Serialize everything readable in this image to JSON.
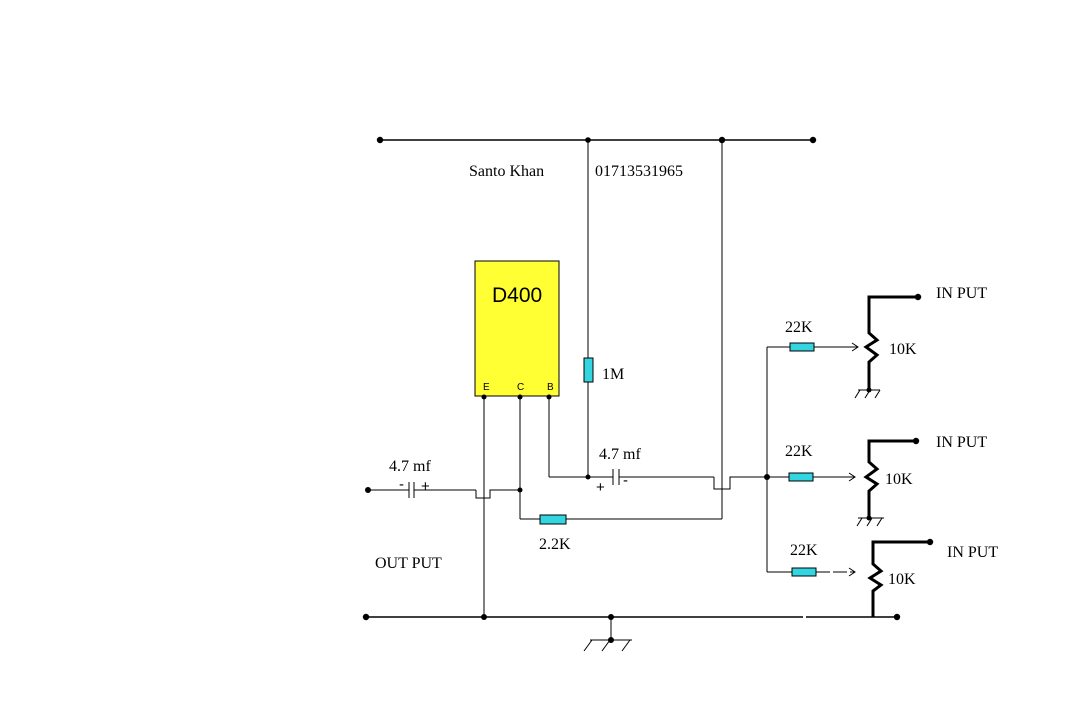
{
  "author": {
    "name": "Santo Khan",
    "phone": "01713531965"
  },
  "transistor": {
    "label": "D400",
    "pins": {
      "e": "E",
      "c": "C",
      "b": "B"
    },
    "body_color": "#ffff33"
  },
  "components": {
    "bias_resistor": "1M",
    "input_cap": "4.7 mf",
    "output_cap": "4.7 mf",
    "feedback_resistor": "2.2K",
    "mix_resistor_1": "22K",
    "mix_resistor_2": "22K",
    "mix_resistor_3": "22K",
    "pot_1": "10K",
    "pot_2": "10K",
    "pot_3": "10K"
  },
  "labels": {
    "output": "OUT PUT",
    "input_1": "IN PUT",
    "input_2": "IN PUT",
    "input_3": "IN PUT",
    "cap_plus": "+",
    "cap_minus": "-"
  },
  "colors": {
    "resistor": "#33d6e0",
    "transistor": "#ffff33"
  }
}
